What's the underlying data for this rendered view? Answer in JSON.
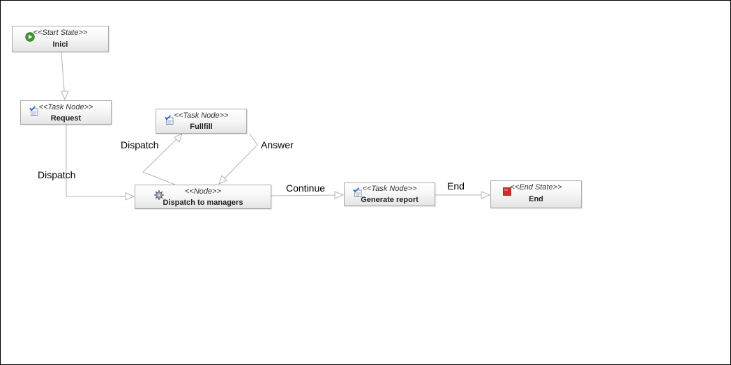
{
  "nodes": {
    "inici": {
      "stereotype": "<<Start State>>",
      "name": "Inici",
      "icon": "start-icon"
    },
    "request": {
      "stereotype": "<<Task Node>>",
      "name": "Request",
      "icon": "task-icon"
    },
    "fullfill": {
      "stereotype": "<<Task Node>>",
      "name": "Fullfill",
      "icon": "task-icon"
    },
    "dispatch": {
      "stereotype": "<<Node>>",
      "name": "Dispatch to managers",
      "icon": "gear-icon"
    },
    "report": {
      "stereotype": "<<Task Node>>",
      "name": "Generate report",
      "icon": "task-icon"
    },
    "end": {
      "stereotype": "<<End State>>",
      "name": "End",
      "icon": "end-icon"
    }
  },
  "transitions": {
    "request_dispatch": "Dispatch",
    "dispatch_fullfill": "Dispatch",
    "fullfill_answer": "Answer",
    "dispatch_continue": "Continue",
    "report_end": "End"
  },
  "colors": {
    "start": "#3c9a2f",
    "end": "#d42a2a",
    "task": "#2f6fcf",
    "gear": "#3a62b5"
  }
}
